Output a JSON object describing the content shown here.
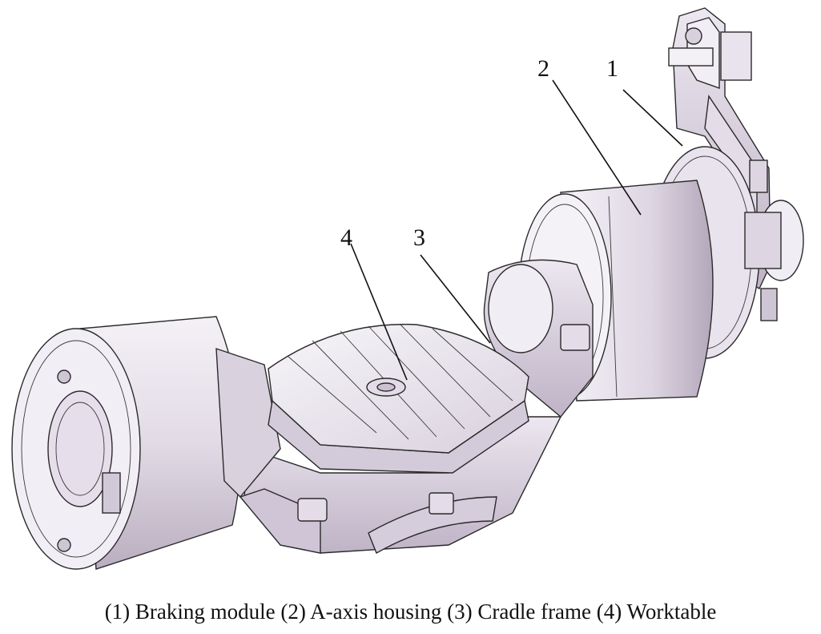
{
  "figure": {
    "callouts": [
      {
        "id": "1",
        "label": "1"
      },
      {
        "id": "2",
        "label": "2"
      },
      {
        "id": "3",
        "label": "3"
      },
      {
        "id": "4",
        "label": "4"
      }
    ],
    "caption": "(1) Braking module (2) A-axis housing (3) Cradle frame (4) Worktable"
  }
}
